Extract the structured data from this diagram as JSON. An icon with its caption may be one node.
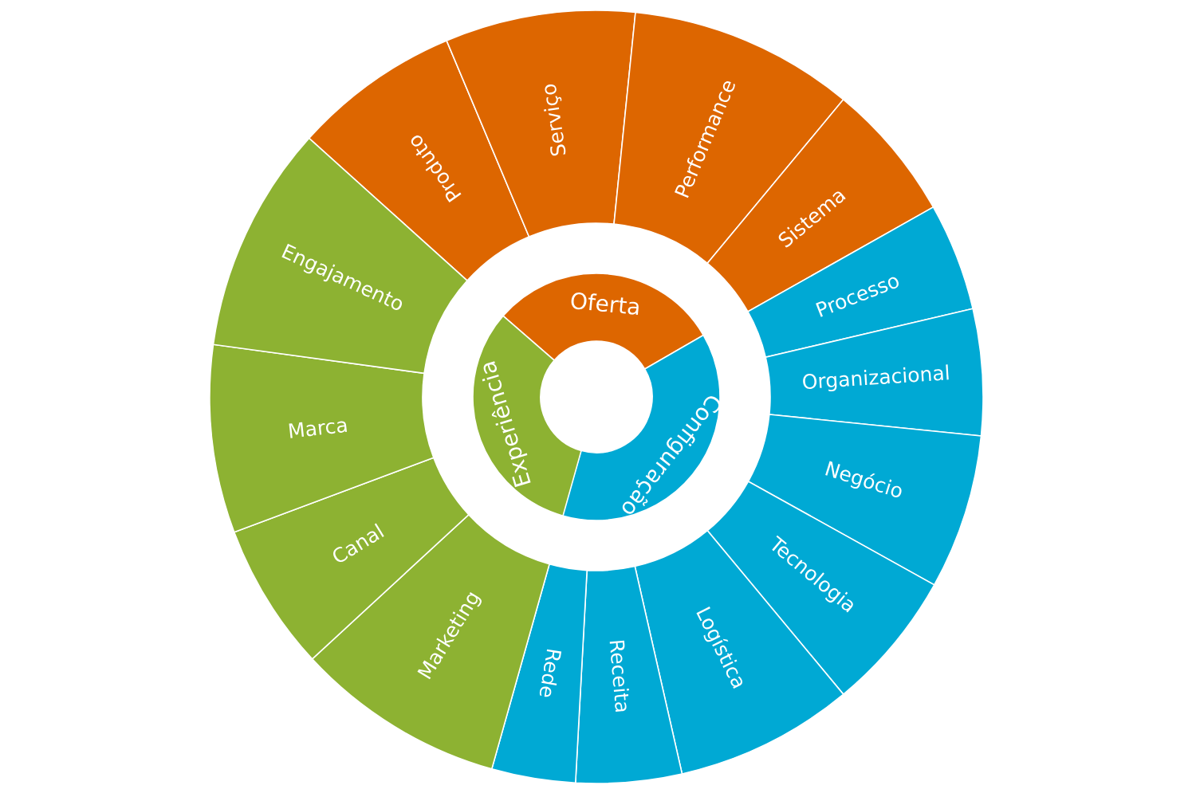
{
  "diagram": {
    "nodes": [
      {
        "text": [
          "Oferta"
        ]
      },
      {
        "text": [
          "Configuração"
        ]
      },
      {
        "text": [
          "Experiência"
        ]
      },
      {
        "text": [
          "Produto"
        ]
      },
      {
        "text": [
          "Serviço"
        ]
      },
      {
        "text": [
          "Performance"
        ]
      },
      {
        "text": [
          "Sistema"
        ]
      },
      {
        "text": [
          "Processo"
        ]
      },
      {
        "text": [
          "Organizacional"
        ]
      },
      {
        "text": [
          "Negócio"
        ]
      },
      {
        "text": [
          "Tecnologia"
        ]
      },
      {
        "text": [
          "Logística"
        ]
      },
      {
        "text": [
          "Receita"
        ]
      },
      {
        "text": [
          "Rede"
        ]
      },
      {
        "text": [
          "Marketing"
        ]
      },
      {
        "text": [
          "Canal"
        ]
      },
      {
        "text": [
          "Marca"
        ]
      },
      {
        "text": [
          "Engajamento"
        ]
      }
    ]
  }
}
